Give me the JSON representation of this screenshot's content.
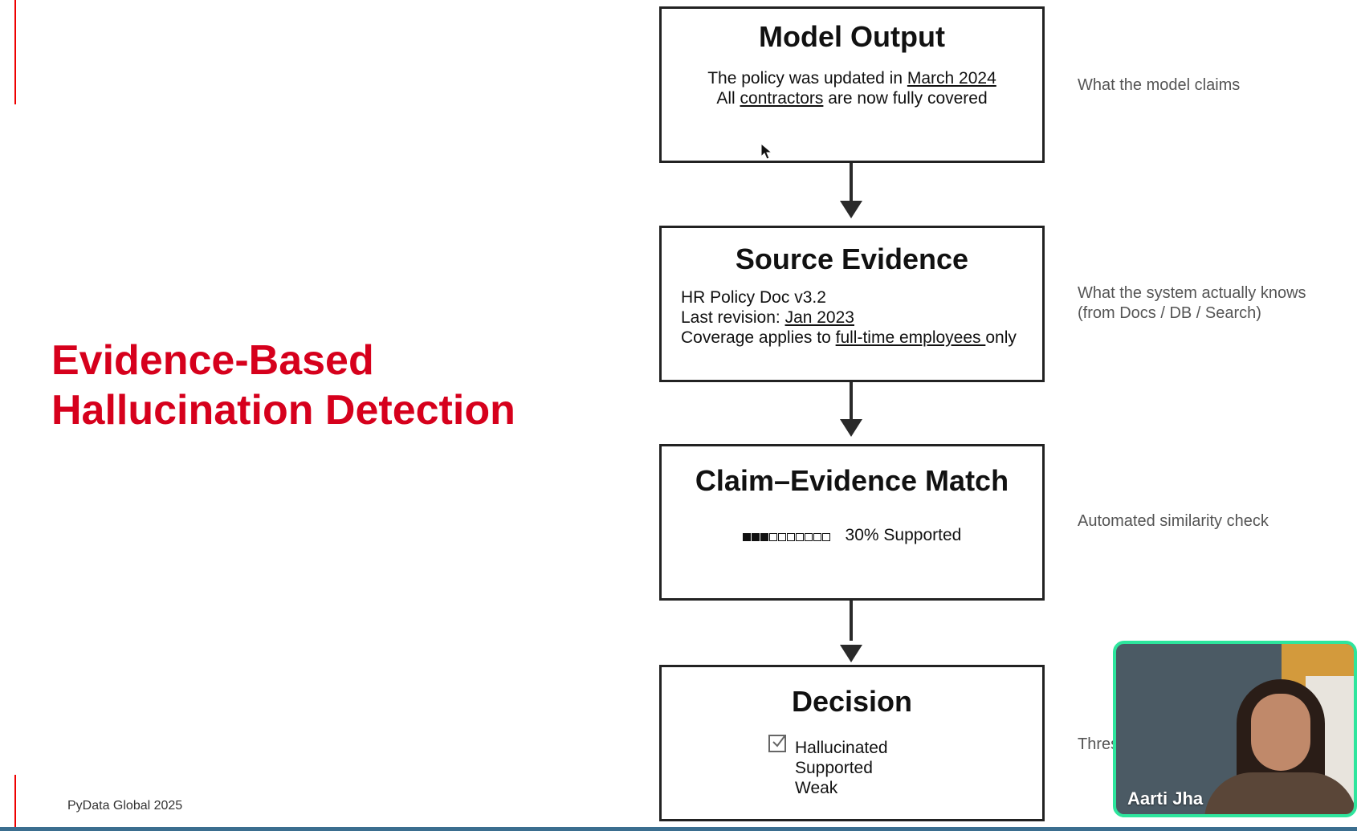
{
  "slide": {
    "title_line1": "Evidence-Based",
    "title_line2": "Hallucination Detection",
    "footer": "PyData Global 2025",
    "accent_color": "#d6001c"
  },
  "flow": {
    "model_output": {
      "title": "Model Output",
      "line1_pre": "The policy was updated in ",
      "line1_link": "March 2024",
      "line2_pre": "All ",
      "line2_link": "contractors",
      "line2_post": " are now fully covered",
      "note": "What the model claims"
    },
    "source_evidence": {
      "title": "Source Evidence",
      "line1": "HR Policy Doc v3.2",
      "line2_pre": "Last revision: ",
      "line2_link": "Jan 2023",
      "line3_pre": "Coverage applies to ",
      "line3_link": "full-time employees ",
      "line3_post": "only",
      "note_line1": "What the system actually knows",
      "note_line2": "(from Docs / DB / Search)"
    },
    "match": {
      "title": "Claim–Evidence Match",
      "meter_filled": 3,
      "meter_total": 10,
      "meter_label": "30% Supported",
      "note": "Automated similarity check"
    },
    "decision": {
      "title": "Decision",
      "options": [
        "Hallucinated",
        "Supported",
        "Weak"
      ],
      "checked_index": 0,
      "note_partial": "Thres"
    }
  },
  "video": {
    "speaker_name": "Aarti Jha",
    "frame_color": "#2ee59d"
  }
}
